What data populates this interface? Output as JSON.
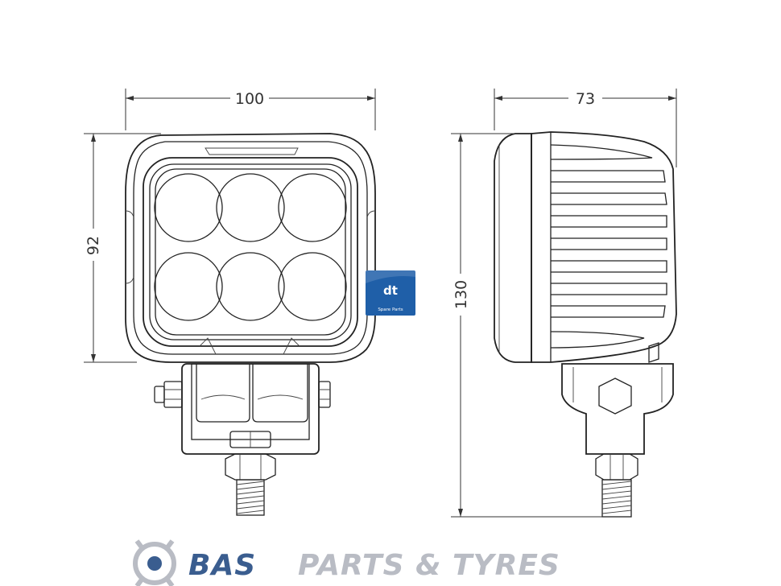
{
  "dimensions": {
    "front_width": "100",
    "front_height": "92",
    "side_depth": "73",
    "side_height": "130"
  },
  "badge": {
    "mark": "dt",
    "caption": "Spare Parts",
    "color": "#1f5fa8"
  },
  "logo": {
    "word_primary": "BAS",
    "word_secondary": "PARTS & TYRES",
    "primary_color": "#3a5d8f",
    "secondary_color": "#b9bcc4",
    "icon": "gear-logo-icon"
  }
}
